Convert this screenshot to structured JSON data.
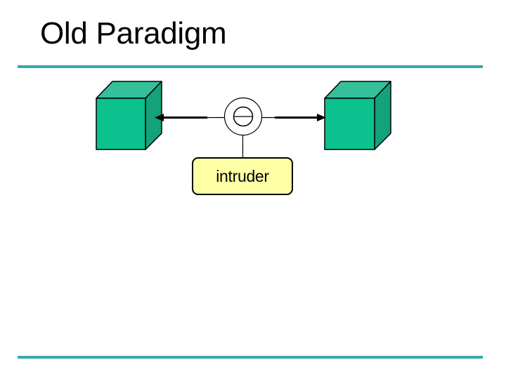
{
  "slide": {
    "title": "Old Paradigm"
  },
  "colors": {
    "background": "#ffffff",
    "accent_rule": "#38a7ae",
    "cube_front": "#0bc18e",
    "cube_top": "#33c09a",
    "cube_side": "#13a27a",
    "intruder_fill": "#ffffa6",
    "outline": "#000000"
  },
  "diagram": {
    "left_host": {
      "shape": "cube",
      "color_name": "green"
    },
    "right_host": {
      "shape": "cube",
      "color_name": "green"
    },
    "interceptor": {
      "shape": "circle-with-bar",
      "meaning": "interrupted-connection"
    },
    "intruder": {
      "label": "intruder",
      "shape": "rounded-rectangle"
    },
    "connections": [
      {
        "from": "interceptor",
        "to": "left_host",
        "type": "arrow"
      },
      {
        "from": "interceptor",
        "to": "right_host",
        "type": "arrow"
      },
      {
        "from": "interceptor",
        "to": "intruder",
        "type": "line"
      }
    ]
  }
}
